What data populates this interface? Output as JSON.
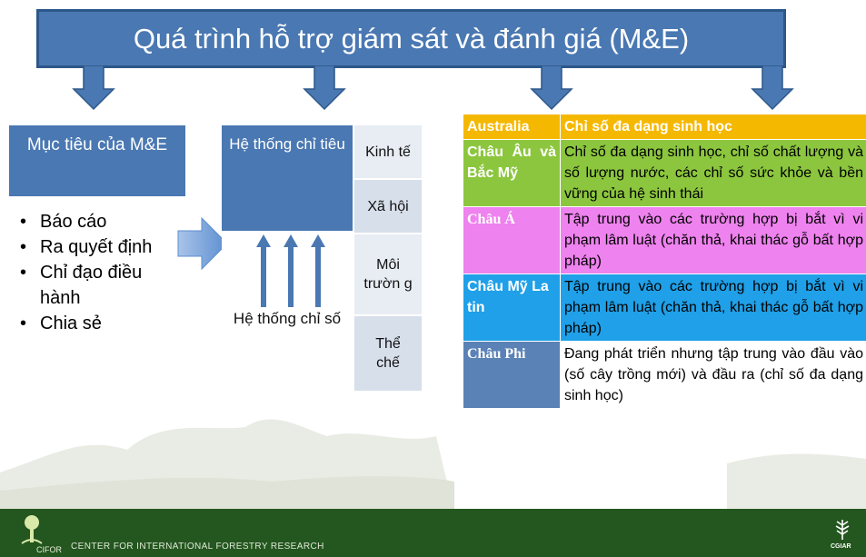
{
  "title": "Quá trình hỗ trợ giám sát và đánh giá (M&E)",
  "goals": {
    "heading": "Mục tiêu của M&E",
    "items": [
      "Báo cáo",
      "Ra quyết định",
      "Chỉ đạo điều hành",
      "Chia sẻ"
    ]
  },
  "system": {
    "top_label": "Hệ thống chỉ tiêu",
    "bottom_label": "Hệ thống chỉ số",
    "categories": [
      "Kinh tế",
      "Xã hội",
      "Môi trườn g",
      "Thể chế"
    ]
  },
  "regions": {
    "header": {
      "region": "Australia",
      "text": "Chỉ số đa dạng sinh học"
    },
    "rows": [
      {
        "region": "Châu Âu và Bắc Mỹ",
        "text": "Chỉ số đa dạng sinh học, chỉ số chất lượng và số lượng nước, các chỉ số sức khỏe và bền vững của hệ sinh thái"
      },
      {
        "region": "Châu Á",
        "text": "Tập trung vào các trường hợp bị bắt vì vi phạm lâm luật (chăn thả, khai thác gỗ bất hợp pháp)"
      },
      {
        "region": "Châu Mỹ La tin",
        "text": "Tập trung vào các trường hợp bị bắt vì vi phạm lâm luật (chăn thả, khai thác gỗ bất hợp pháp)"
      },
      {
        "region": "Châu Phi",
        "text": "Đang phát triển nhưng tập trung vào đầu vào (số cây trồng mới) và đầu ra (chỉ số đa dạng sinh học)"
      }
    ]
  },
  "colors": {
    "blue": "#4a78b2",
    "orange": "#f5b800",
    "green": "#8cc63e",
    "pink": "#ee82ee",
    "cyan": "#1fa0e8",
    "steel": "#5a82b6",
    "footer": "#24561f"
  },
  "footer": {
    "org": "CENTER FOR INTERNATIONAL FORESTRY RESEARCH",
    "cifor_logo": "CIFOR",
    "cgiar_logo": "CGIAR"
  }
}
